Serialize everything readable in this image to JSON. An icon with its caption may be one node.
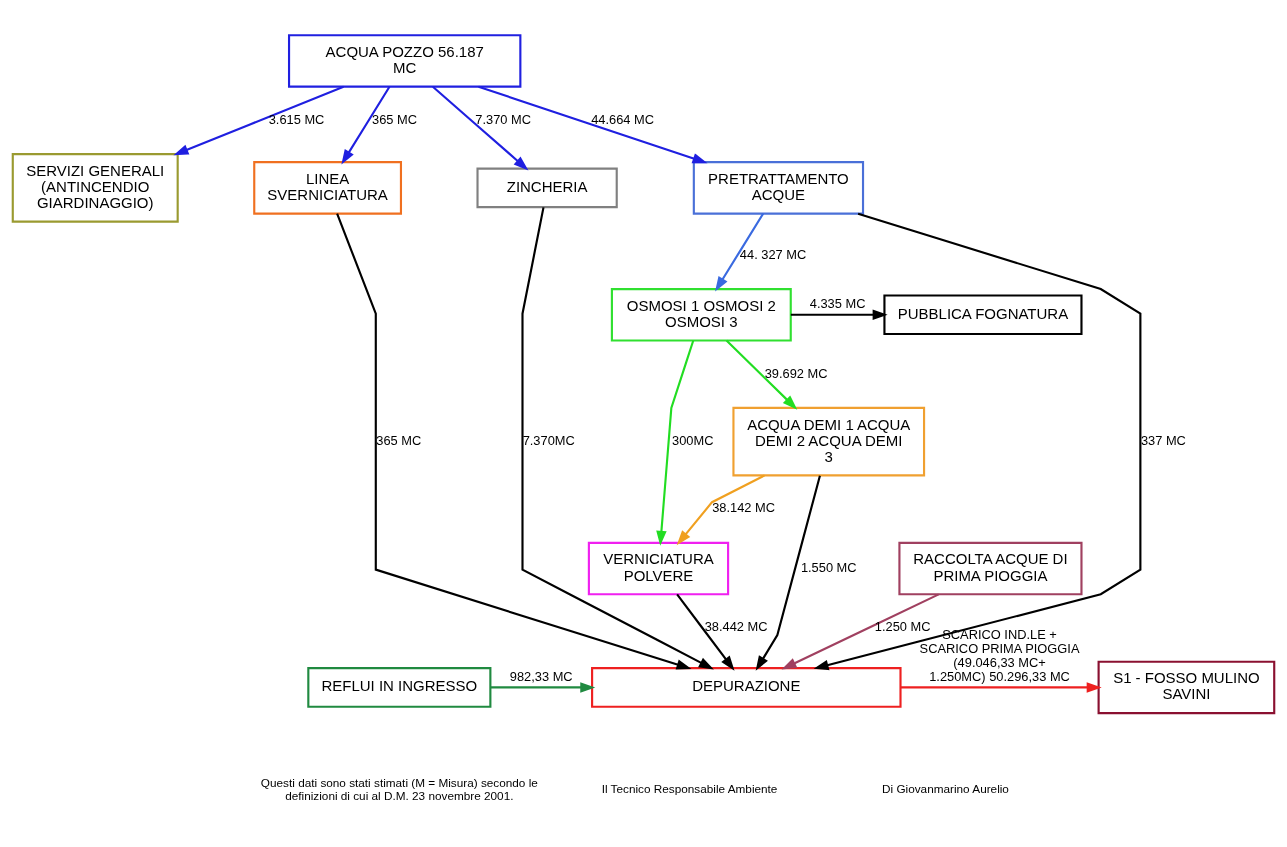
{
  "diagram": {
    "nodes": [
      {
        "text": [
          "ACQUA POZZO 56.187 MC"
        ]
      },
      {
        "text": [
          "SERVIZI GENERALI (ANTINCENDIO GIARDINAGGIO)"
        ]
      },
      {
        "text": [
          "LINEA SVERNICIATURA"
        ]
      },
      {
        "text": [
          "ZINCHERIA"
        ]
      },
      {
        "text": [
          "PRETRATTAMENTO ACQUE"
        ]
      },
      {
        "text": [
          "OSMOSI 1 OSMOSI 2 OSMOSI 3"
        ]
      },
      {
        "text": [
          "PUBBLICA FOGNATURA"
        ]
      },
      {
        "text": [
          "ACQUA DEMI 1 ACQUA DEMI 2 ACQUA DEMI 3"
        ]
      },
      {
        "text": [
          "RACCOLTA ACQUE DI PRIMA PIOGGIA"
        ]
      },
      {
        "text": [
          "VERNICIATURA POLVERE"
        ]
      },
      {
        "text": [
          "REFLUI IN INGRESSO"
        ]
      },
      {
        "text": [
          "DEPURAZIONE"
        ]
      },
      {
        "text": [
          "S1 - FOSSO MULINO SAVINI"
        ]
      }
    ],
    "edges": [
      {
        "from": 0,
        "to": 1,
        "arrow": "to",
        "label": "3.615 MC",
        "color": "#1f1fe0"
      },
      {
        "from": 0,
        "to": 2,
        "arrow": "to",
        "label": "365 MC",
        "color": "#1f1fe0"
      },
      {
        "from": 0,
        "to": 3,
        "arrow": "to",
        "label": "7.370 MC",
        "color": "#1f1fe0"
      },
      {
        "from": 0,
        "to": 4,
        "arrow": "to",
        "label": "44.664 MC",
        "color": "#1f1fe0"
      },
      {
        "from": 2,
        "to": 11,
        "arrow": "to",
        "label": "365 MC"
      },
      {
        "from": 3,
        "to": 11,
        "arrow": "to",
        "label": "7.370MC"
      },
      {
        "from": 4,
        "to": 11,
        "arrow": "to",
        "label": "337 MC"
      },
      {
        "from": 4,
        "to": 5,
        "arrow": "to",
        "label": "44. 327 MC",
        "color": "#3a6ae0"
      },
      {
        "from": 5,
        "to": 6,
        "arrow": "to",
        "label": "4.335 MC"
      },
      {
        "from": 5,
        "to": 9,
        "arrow": "to",
        "label": "300MC",
        "color": "#22dd22"
      },
      {
        "from": 5,
        "to": 7,
        "arrow": "to",
        "label": "39.692 MC",
        "color": "#22dd22"
      },
      {
        "from": 7,
        "to": 11,
        "arrow": "to",
        "label": "1.550 MC"
      },
      {
        "from": 7,
        "to": 9,
        "arrow": "to",
        "label": "38.142 MC",
        "color": "#f0a020"
      },
      {
        "from": 8,
        "to": 11,
        "arrow": "to",
        "label": "1.250 MC",
        "color": "#a04060"
      },
      {
        "from": 10,
        "to": 11,
        "arrow": "to",
        "label": "982,33 MC",
        "color": "#208a40"
      },
      {
        "from": 9,
        "to": 11,
        "arrow": "to",
        "label": "38.442 MC"
      },
      {
        "from": 11,
        "to": 12,
        "arrow": "to",
        "label": "SCARICO IND.LE + SCARICO PRIMA PIOGGIA (49.046,33 MC+ 1.250MC) 50.296,33 MC",
        "color": "#ee2020"
      }
    ],
    "labels": [
      "Questi dati sono stati stimati (M = Misura) secondo le definizioni di cui al D.M. 23 novembre 2001.",
      "Il Tecnico Responsabile Ambiente",
      "Di Giovanmarino Aurelio"
    ]
  }
}
